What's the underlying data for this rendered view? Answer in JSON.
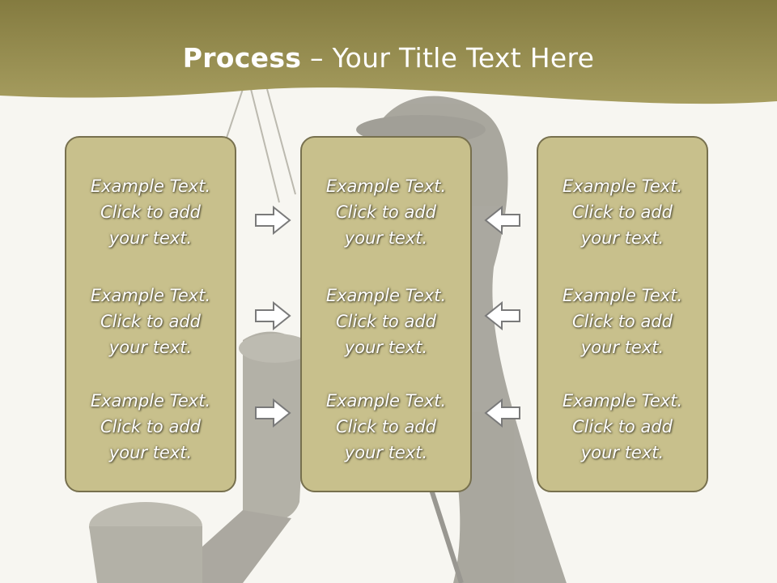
{
  "title": {
    "bold": "Process",
    "rest": " – Your Title Text Here"
  },
  "columns": [
    {
      "items": [
        {
          "line1": "Example Text.",
          "line2": "Click  to add",
          "line3": "your text."
        },
        {
          "line1": "Example Text.",
          "line2": "Click  to add",
          "line3": "your text."
        },
        {
          "line1": "Example Text.",
          "line2": "Click  to add",
          "line3": "your text."
        }
      ]
    },
    {
      "items": [
        {
          "line1": "Example Text.",
          "line2": "Click  to add",
          "line3": "your text."
        },
        {
          "line1": "Example Text.",
          "line2": "Click  to add",
          "line3": "your text."
        },
        {
          "line1": "Example Text.",
          "line2": "Click  to add",
          "line3": "your text."
        }
      ]
    },
    {
      "items": [
        {
          "line1": "Example Text.",
          "line2": "Click  to add",
          "line3": "your text."
        },
        {
          "line1": "Example Text.",
          "line2": "Click  to add",
          "line3": "your text."
        },
        {
          "line1": "Example Text.",
          "line2": "Click  to add",
          "line3": "your text."
        }
      ]
    }
  ],
  "arrows": {
    "left_side": "right-arrow-icon",
    "right_side": "left-arrow-icon"
  },
  "colors": {
    "header": "#8f8748",
    "box_fill": "#c8c08c",
    "box_border": "#77704e",
    "background": "#f7f6f1"
  }
}
